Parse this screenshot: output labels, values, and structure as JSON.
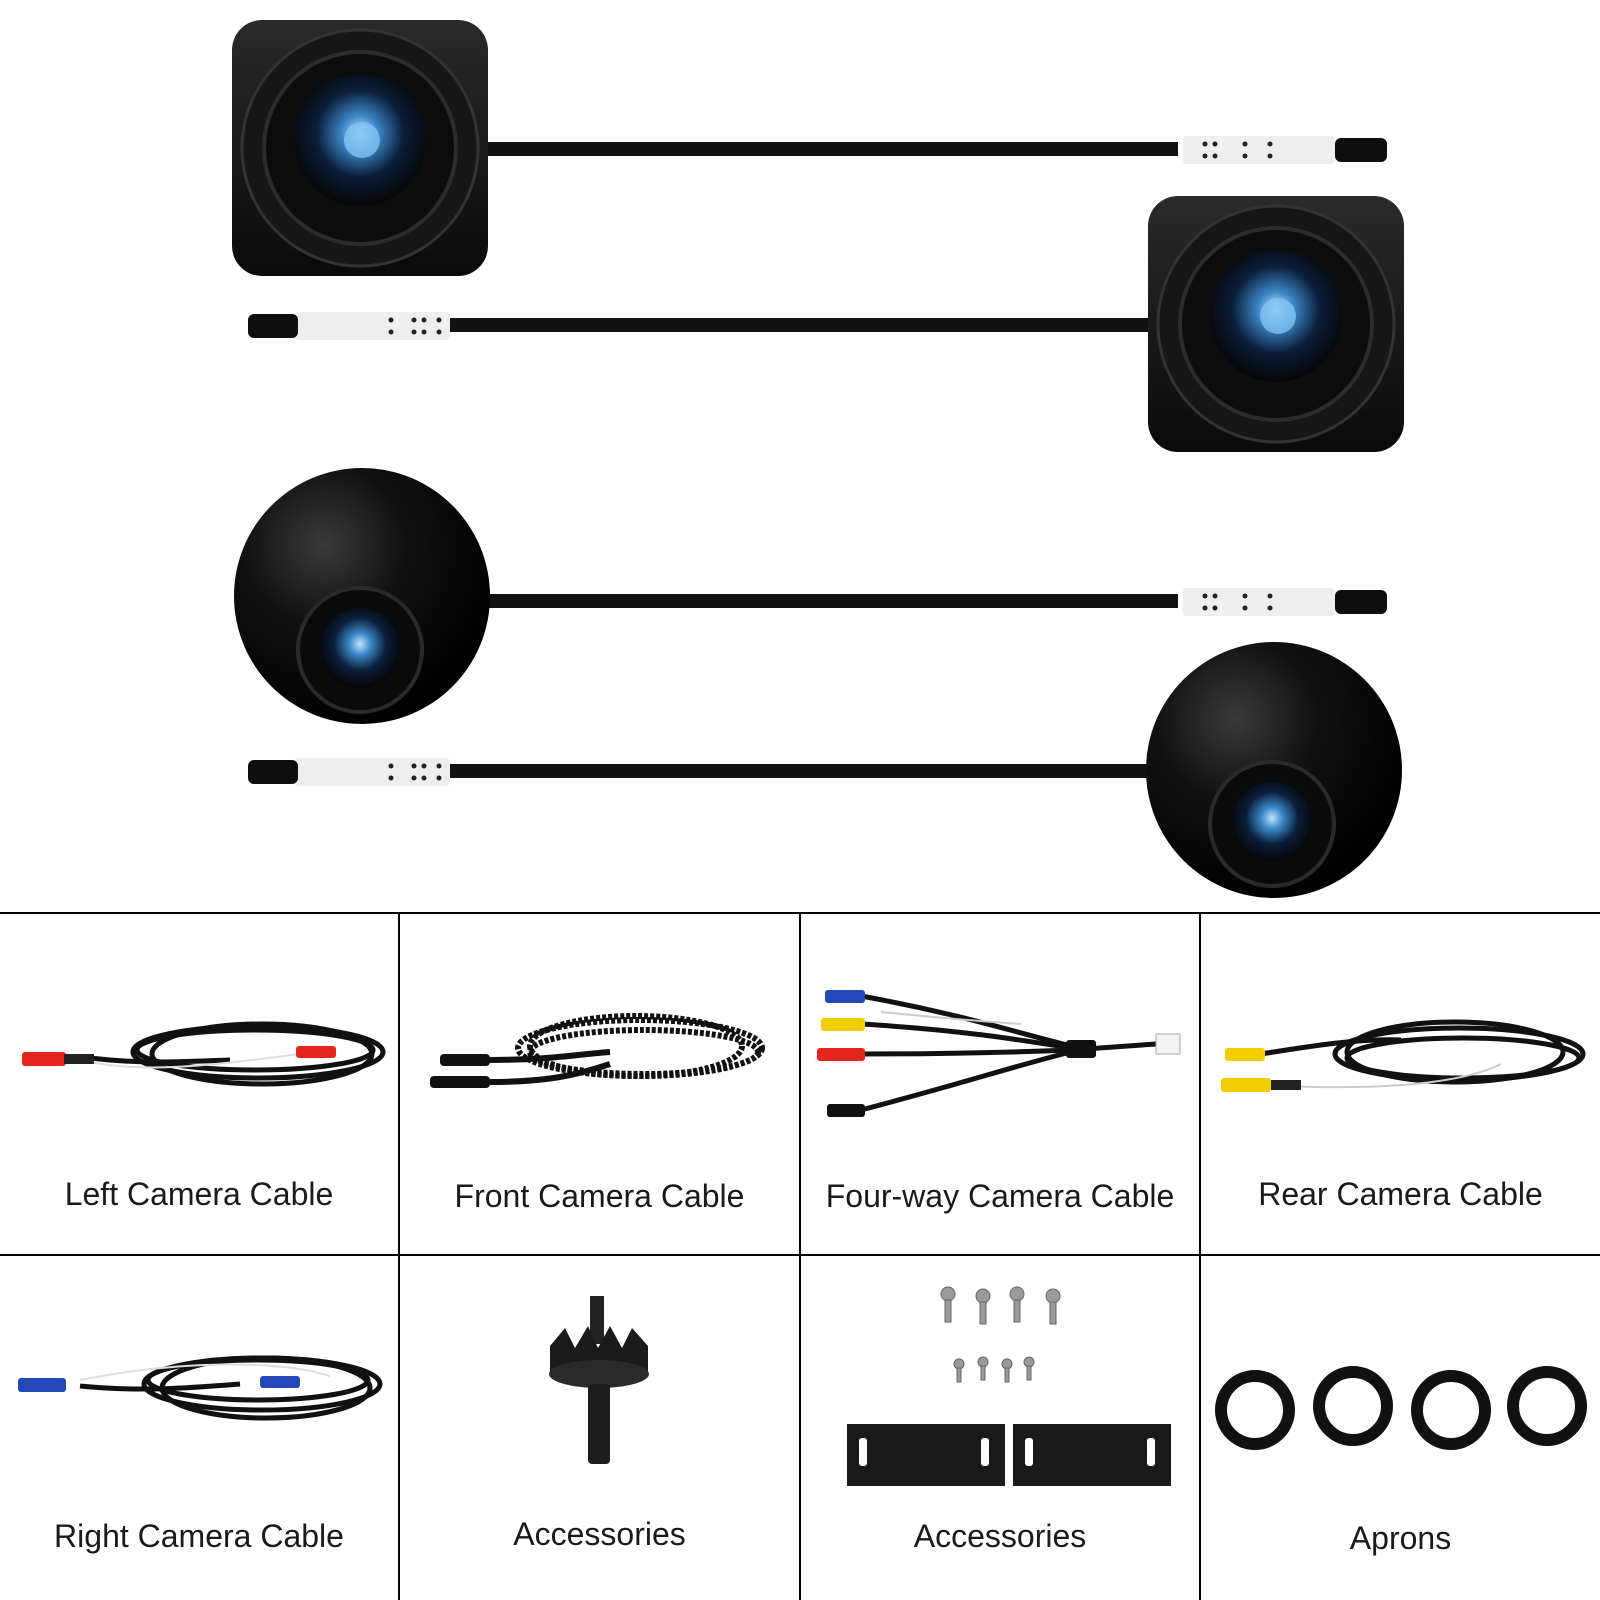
{
  "items": [
    {
      "id": "left-cable",
      "label": "Left Camera Cable"
    },
    {
      "id": "front-cable",
      "label": "Front Camera Cable"
    },
    {
      "id": "four-way-cable",
      "label": "Four-way Camera Cable"
    },
    {
      "id": "rear-cable",
      "label": "Rear Camera Cable"
    },
    {
      "id": "right-cable",
      "label": "Right Camera Cable"
    },
    {
      "id": "hole-saw",
      "label": "Accessories"
    },
    {
      "id": "screws-brackets",
      "label": "Accessories"
    },
    {
      "id": "aprons",
      "label": "Aprons"
    }
  ],
  "colors": {
    "camera_body": "#111111",
    "lens_blue": "#2a6fb0",
    "connector_white": "#eeeeee",
    "plug_red": "#e2261d",
    "plug_yellow": "#f2cd00",
    "plug_blue": "#2447b8",
    "grid_line": "#000000"
  }
}
